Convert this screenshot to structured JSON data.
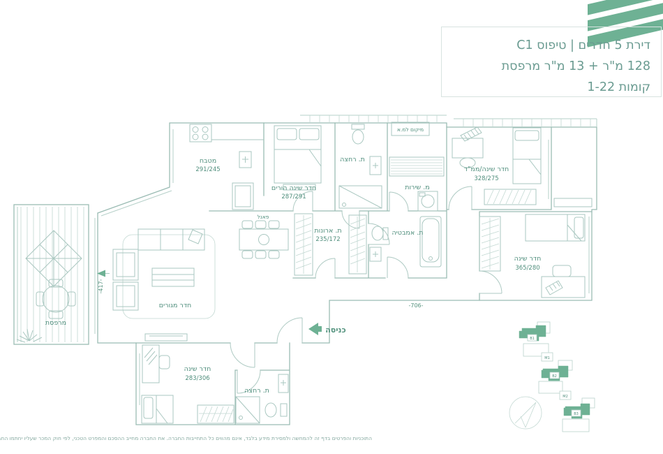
{
  "colors": {
    "accent_green": "#6eb194",
    "plan_line": "#9bbcb4",
    "label_teal": "#4f8e7c",
    "title_teal": "#6a9b91",
    "box_border": "#d8e3e0"
  },
  "header": {
    "line1": "דירת 5 חדרים | טיפוס C1",
    "line2": "128 מ\"ר + 13 מ\"ר מרפסת",
    "line3": "קומות 1-22"
  },
  "plan": {
    "rooms": {
      "kitchen": {
        "label": "מטבח",
        "dims": "291/245"
      },
      "parents": {
        "label": "חדר שינה הורים",
        "dims": "287/291"
      },
      "bath_top": {
        "label": "ת. רחצה"
      },
      "ac": {
        "label": "מיקום למ.א"
      },
      "service": {
        "label": "מ. שירות"
      },
      "mamad": {
        "label": "חדר שינה/ממ\"ד",
        "dims": "328/275"
      },
      "closets": {
        "label": "ת. ארונות",
        "dims": "235/172"
      },
      "bathtub": {
        "label": "ת. אמבטיה"
      },
      "bedroom_right": {
        "label": "חדר שינה",
        "dims": "365/280"
      },
      "living": {
        "label": "חדר מגורים"
      },
      "bedroom_bottom": {
        "label": "חדר שינה",
        "dims": "283/306"
      },
      "bath_bottom": {
        "label": "ת. רחצה"
      },
      "balcony": {
        "label": "מרפסת"
      },
      "panel": {
        "label": "פאנל"
      }
    },
    "entrance": {
      "label": "כניסה"
    },
    "dims": {
      "width": "-706-",
      "height": "-417-"
    }
  },
  "siteplan": {
    "b1": "B1",
    "m1": "M1",
    "b2": "B2",
    "m2": "M2",
    "b3": "B3"
  },
  "footer": {
    "disclaimer": "התוכניות והפרטים בדף זה להמחשה ולמסירת מידע בלבד, אינם מהווים כל התחייבות החברה. את החברה מחייב ההסכם והמפרט הטכני, לפי חוק המכר שעליו יחתמו החברה והרוכשים."
  }
}
